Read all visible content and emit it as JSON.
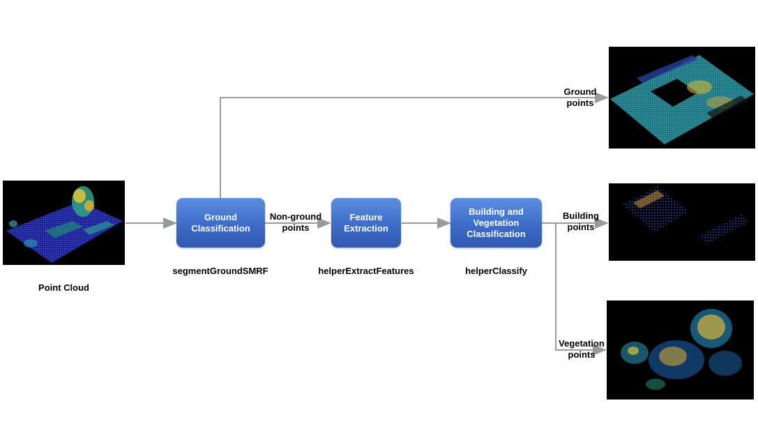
{
  "input": {
    "label": "Point Cloud"
  },
  "steps": [
    {
      "label": "Ground\nClassification",
      "function": "segmentGroundSMRF"
    },
    {
      "label": "Feature\nExtraction",
      "function": "helperExtractFeatures"
    },
    {
      "label": "Building and\nVegetation\nClassification",
      "function": "helperClassify"
    }
  ],
  "edge_labels": {
    "non_ground": "Non-ground\npoints",
    "ground": "Ground\npoints",
    "building": "Building\npoints",
    "vegetation": "Vegetation\npoints"
  },
  "colors": {
    "box": "#3e6cc8",
    "arrow": "#9a9a9a",
    "panel": "#000000"
  }
}
